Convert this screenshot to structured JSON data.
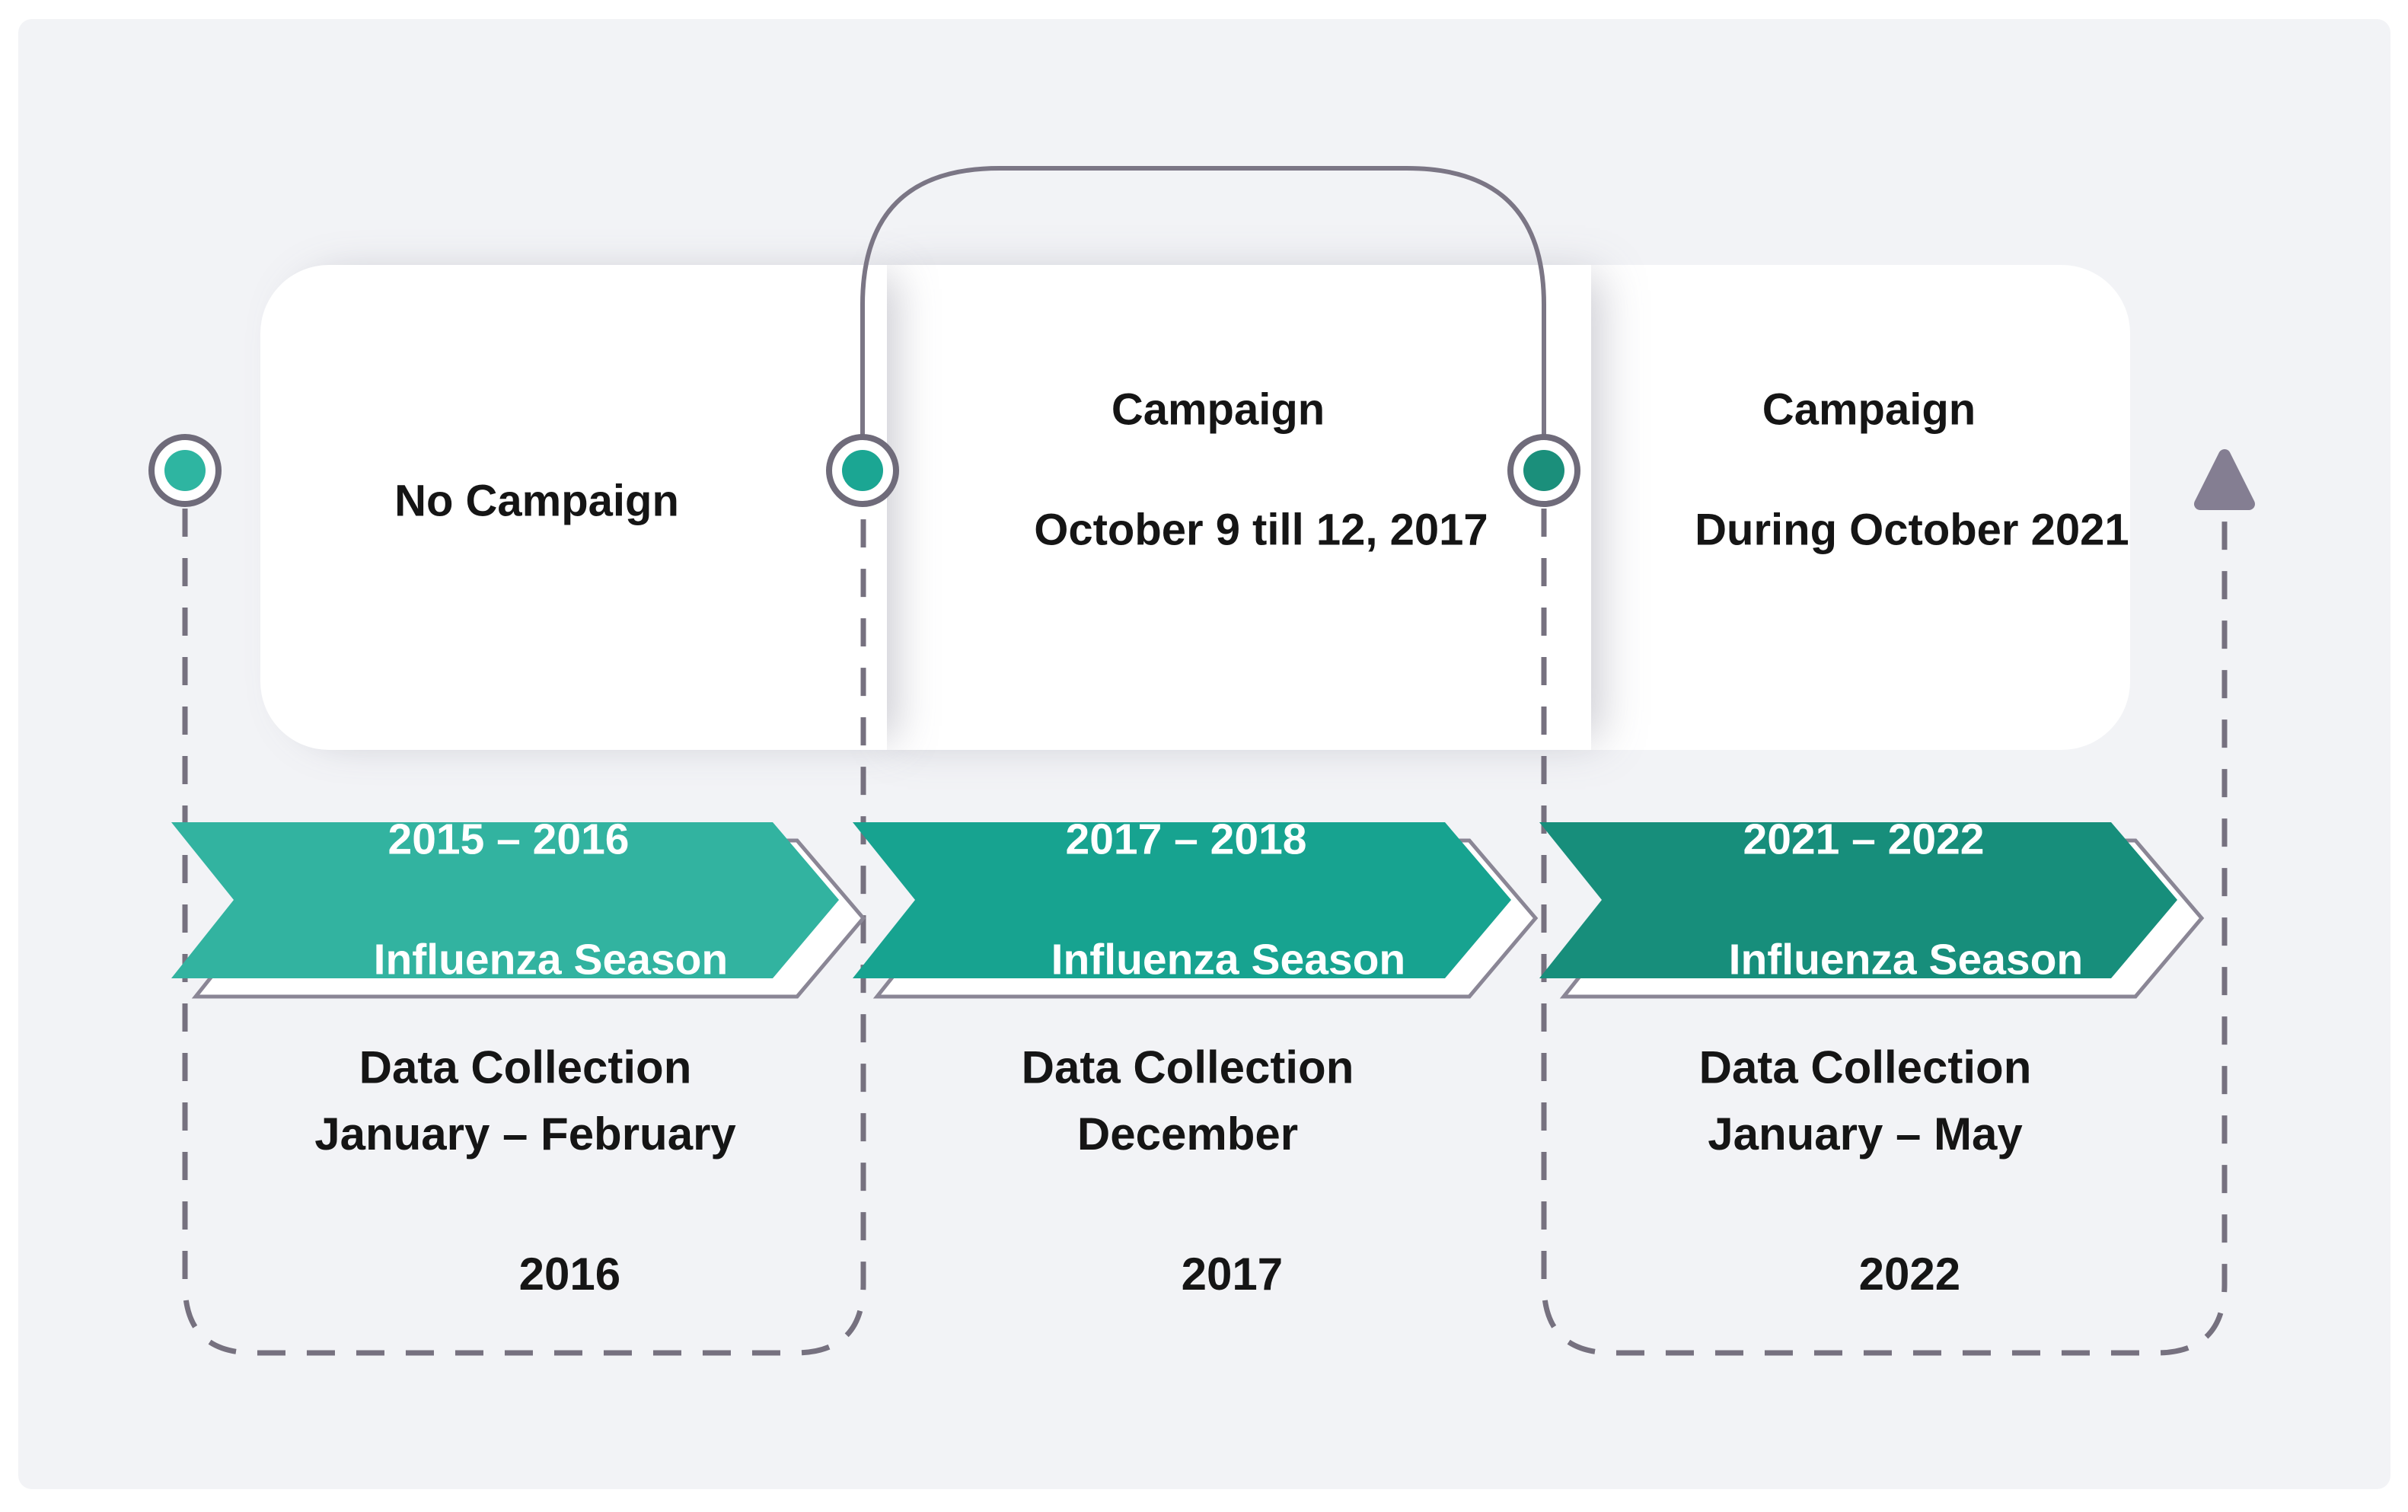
{
  "figure_title": "Influenza seasons campaign and data collection timeline",
  "colors": {
    "page_bg": "#ffffff",
    "panel_bg": "#f2f3f6",
    "card_bg": "#ffffff",
    "text_black": "#151515",
    "banner_text": "#ffffff",
    "line_gray": "#76717f",
    "arc_gray": "#7b7685",
    "ring_gray": "#6f6b7a",
    "echo_gray": "#8a8695",
    "arrow_gray": "#847e92",
    "teal_1": "#32b3a0",
    "teal_2": "#17a390",
    "teal_3": "#178e7b",
    "dot_1": "#2eb5a1",
    "dot_2": "#1ba693",
    "dot_3": "#1b8f7b"
  },
  "icons": [
    {
      "name": "timeline-dot-1"
    },
    {
      "name": "timeline-dot-2"
    },
    {
      "name": "timeline-dot-3"
    },
    {
      "name": "arrow-up"
    }
  ],
  "phases": [
    {
      "line1": "No Campaign",
      "line2": ""
    },
    {
      "line1": "Campaign",
      "line2": "October 9 till 12, 2017"
    },
    {
      "line1": "Campaign",
      "line2": "During October 2021"
    }
  ],
  "seasons": [
    {
      "period": "2015 – 2016",
      "season_label": "Influenza Season",
      "data_collection_title": "Data Collection",
      "date_line1": "January – February",
      "date_line2": "2016"
    },
    {
      "period": "2017 – 2018",
      "season_label": "Influenza Season",
      "data_collection_title": "Data Collection",
      "date_line1": "December",
      "date_line2": "2017"
    },
    {
      "period": "2021 – 2022",
      "season_label": "Influenza Season",
      "data_collection_title": "Data Collection",
      "date_line1": "January – May",
      "date_line2": "2022"
    }
  ]
}
